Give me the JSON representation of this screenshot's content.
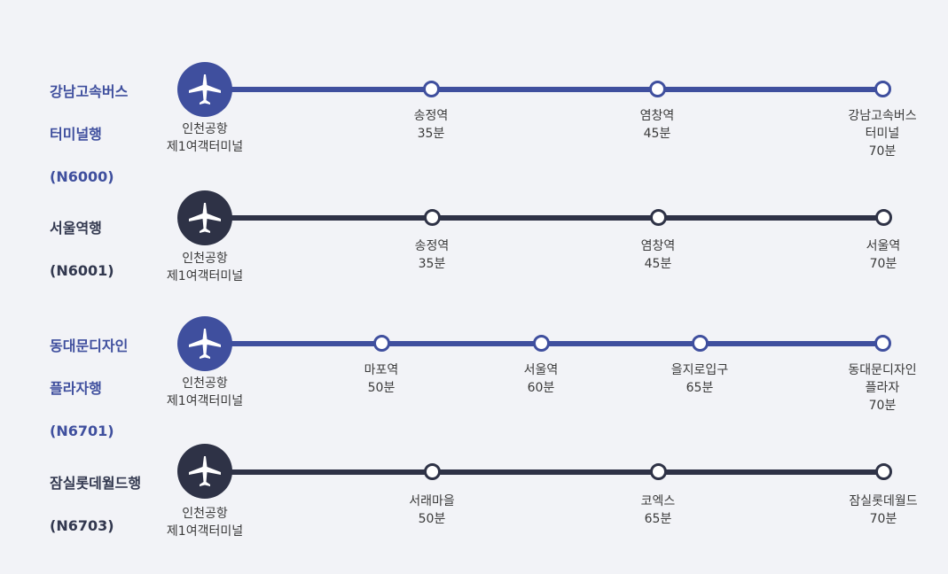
{
  "colors": {
    "blue": "#3f4f9e",
    "dark": "#2e3246",
    "background": "#f2f3f7"
  },
  "origin": {
    "line1": "인천공항",
    "line2": "제1여객터미널",
    "icon": "airplane-icon"
  },
  "routes": [
    {
      "title_lines": [
        "강남고속버스",
        "터미널행",
        "(N6000)"
      ],
      "stops": [
        {
          "name": [
            "송정역"
          ],
          "time": "35분"
        },
        {
          "name": [
            "염창역"
          ],
          "time": "45분"
        },
        {
          "name": [
            "강남고속버스",
            "터미널"
          ],
          "time": "70분"
        }
      ]
    },
    {
      "title_lines": [
        "서울역행",
        "(N6001)"
      ],
      "stops": [
        {
          "name": [
            "송정역"
          ],
          "time": "35분"
        },
        {
          "name": [
            "염창역"
          ],
          "time": "45분"
        },
        {
          "name": [
            "서울역"
          ],
          "time": "70분"
        }
      ]
    },
    {
      "title_lines": [
        "동대문디자인",
        "플라자행",
        "(N6701)"
      ],
      "stops": [
        {
          "name": [
            "마포역"
          ],
          "time": "50분"
        },
        {
          "name": [
            "서울역"
          ],
          "time": "60분"
        },
        {
          "name": [
            "을지로입구"
          ],
          "time": "65분"
        },
        {
          "name": [
            "동대문디자인",
            "플라자"
          ],
          "time": "70분"
        }
      ]
    },
    {
      "title_lines": [
        "잠실롯데월드행",
        "(N6703)"
      ],
      "stops": [
        {
          "name": [
            "서래마을"
          ],
          "time": "50분"
        },
        {
          "name": [
            "코엑스"
          ],
          "time": "65분"
        },
        {
          "name": [
            "잠실롯데월드"
          ],
          "time": "70분"
        }
      ]
    }
  ]
}
